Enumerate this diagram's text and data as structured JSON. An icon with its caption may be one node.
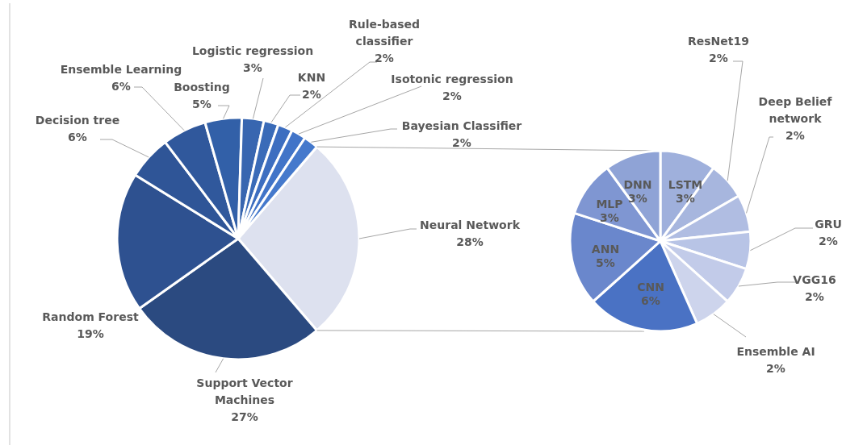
{
  "diagram": {
    "chart_data": [
      {
        "type": "pie",
        "categories": [
          "Neural Network",
          "Support Vector Machines",
          "Random Forest",
          "Decision tree",
          "Ensemble Learning",
          "Boosting",
          "Logistic regression",
          "KNN",
          "Rule-based classifier",
          "Isotonic regression",
          "Bayesian Classifier"
        ],
        "values": [
          28,
          27,
          19,
          6,
          6,
          5,
          3,
          2,
          2,
          2,
          2
        ],
        "value_labels": [
          "28%",
          "27%",
          "19%",
          "6%",
          "6%",
          "5%",
          "3%",
          "2%",
          "2%",
          "2%",
          "2%"
        ]
      },
      {
        "type": "pie",
        "categories": [
          "LSTM",
          "ResNet19",
          "Deep Belief network",
          "GRU",
          "VGG16",
          "Ensemble AI",
          "CNN",
          "ANN",
          "MLP",
          "DNN"
        ],
        "values": [
          3,
          2,
          2,
          2,
          2,
          2,
          6,
          5,
          3,
          3
        ],
        "value_labels": [
          "3%",
          "2%",
          "2%",
          "2%",
          "2%",
          "2%",
          "6%",
          "5%",
          "3%",
          "3%"
        ]
      }
    ]
  }
}
